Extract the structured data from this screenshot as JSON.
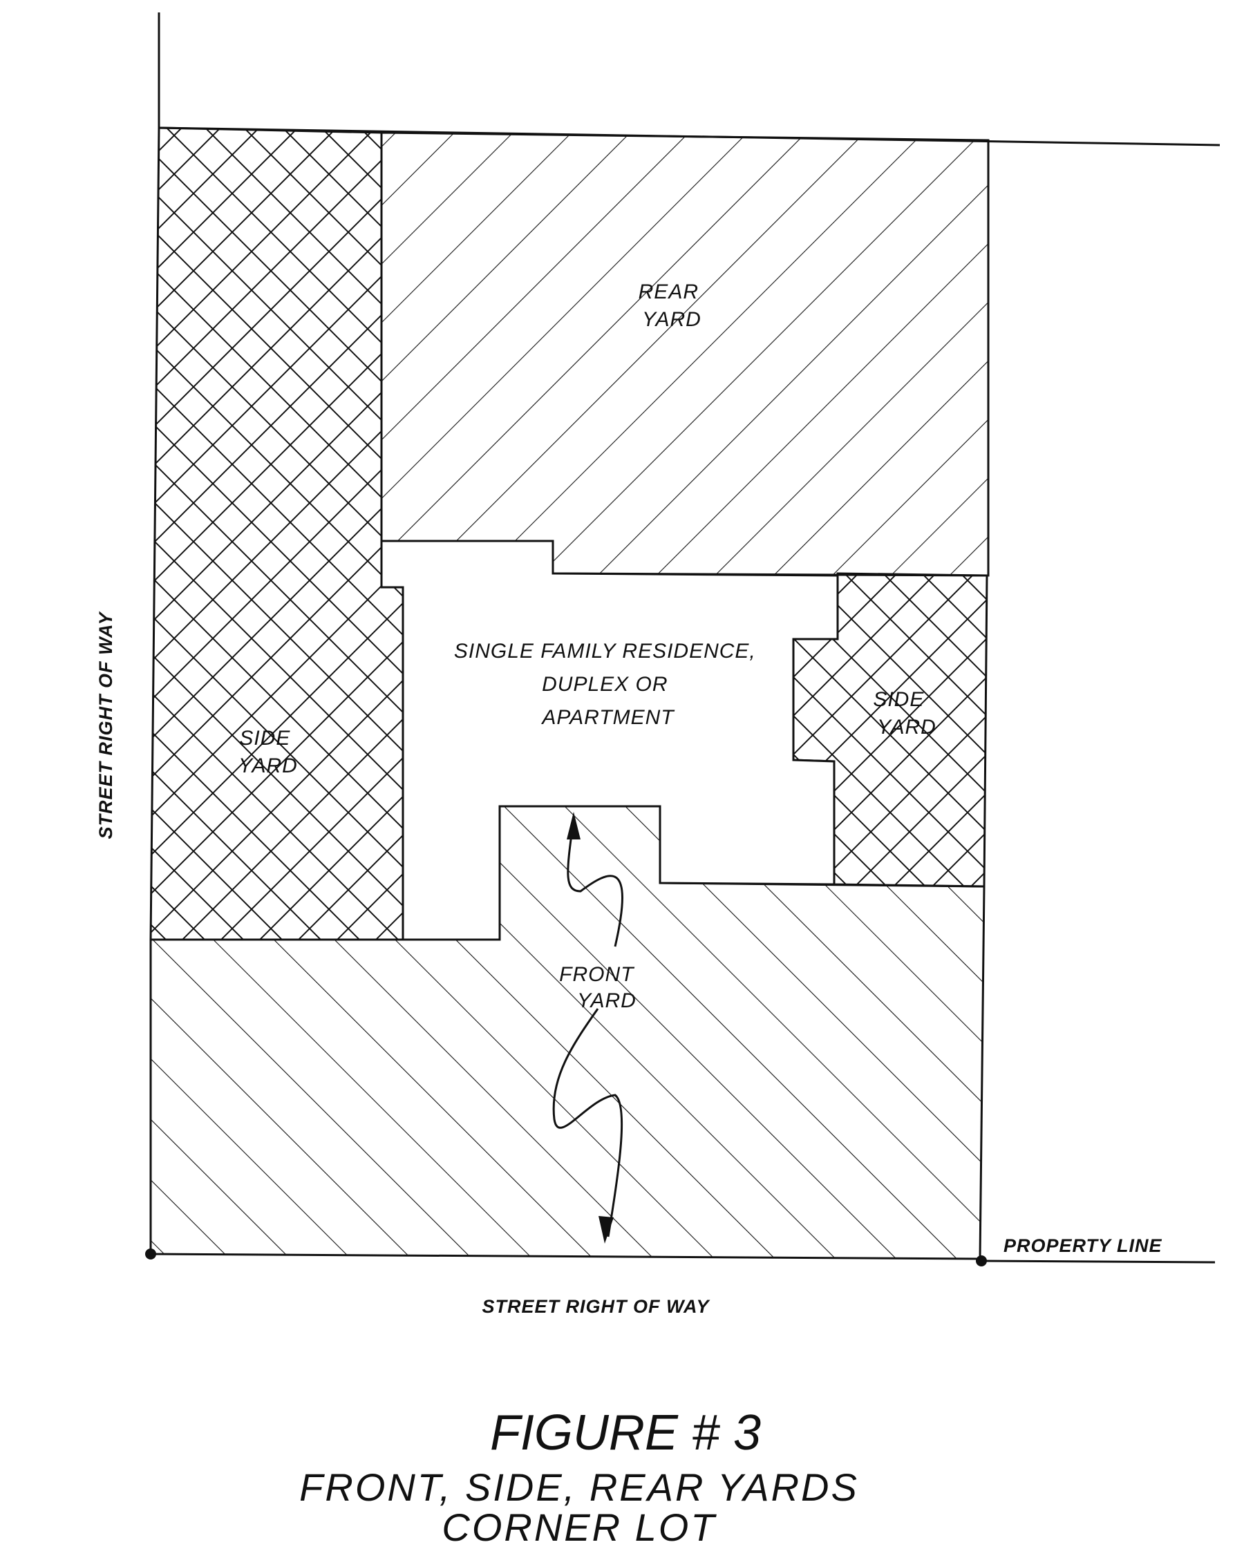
{
  "diagram": {
    "labels": {
      "rear_yard": [
        "REAR",
        "YARD"
      ],
      "side_yard_left": [
        "SIDE",
        "YARD"
      ],
      "side_yard_right": [
        "SIDE",
        "YARD"
      ],
      "front_yard": [
        "FRONT",
        "YARD"
      ],
      "building": [
        "SINGLE FAMILY RESIDENCE,",
        "DUPLEX OR",
        "APARTMENT"
      ],
      "street_left": "STREET RIGHT OF WAY",
      "street_bottom": "STREET RIGHT OF WAY",
      "property_line": "PROPERTY LINE"
    },
    "caption": {
      "figure": "FIGURE # 3",
      "line1": "FRONT, SIDE, REAR YARDS",
      "line2": "CORNER LOT"
    },
    "colors": {
      "ink": "#111111",
      "paper": "#ffffff"
    }
  }
}
